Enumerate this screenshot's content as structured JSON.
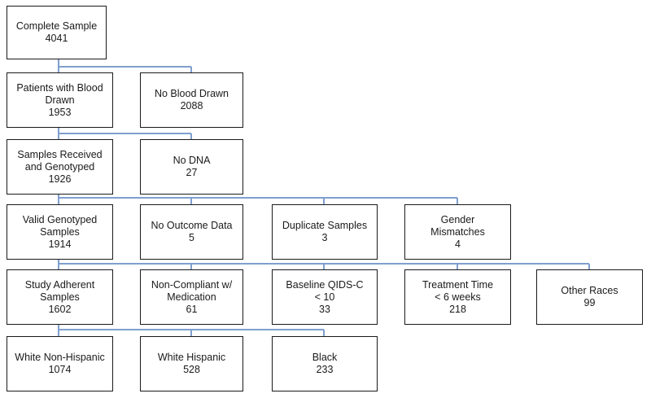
{
  "colors": {
    "connector": "#7f9fcf",
    "box_border": "#1a1a1a",
    "text": "#1a1a1a"
  },
  "boxes": [
    {
      "id": "complete",
      "lines": [
        "Complete Sample",
        "4041"
      ]
    },
    {
      "id": "blood_drawn",
      "lines": [
        "Patients with Blood",
        "Drawn",
        "1953"
      ]
    },
    {
      "id": "no_blood",
      "lines": [
        "No Blood Drawn",
        "2088"
      ]
    },
    {
      "id": "received",
      "lines": [
        "Samples Received",
        "and Genotyped",
        "1926"
      ]
    },
    {
      "id": "no_dna",
      "lines": [
        "No DNA",
        "27"
      ]
    },
    {
      "id": "valid",
      "lines": [
        "Valid Genotyped",
        "Samples",
        "1914"
      ]
    },
    {
      "id": "no_outcome",
      "lines": [
        "No Outcome Data",
        "5"
      ]
    },
    {
      "id": "duplicate",
      "lines": [
        "Duplicate Samples",
        "3"
      ]
    },
    {
      "id": "gender",
      "lines": [
        "Gender",
        "Mismatches",
        "4"
      ]
    },
    {
      "id": "adherent",
      "lines": [
        "Study Adherent",
        "Samples",
        "1602"
      ]
    },
    {
      "id": "noncompliant",
      "lines": [
        "Non-Compliant w/",
        "Medication",
        "61"
      ]
    },
    {
      "id": "qids",
      "lines": [
        "Baseline QIDS-C",
        "< 10",
        "33"
      ]
    },
    {
      "id": "treatment",
      "lines": [
        "Treatment Time",
        "< 6 weeks",
        "218"
      ]
    },
    {
      "id": "other_races",
      "lines": [
        "Other Races",
        "99"
      ]
    },
    {
      "id": "white_nh",
      "lines": [
        "White Non-Hispanic",
        "1074"
      ]
    },
    {
      "id": "white_h",
      "lines": [
        "White Hispanic",
        "528"
      ]
    },
    {
      "id": "black",
      "lines": [
        "Black",
        "233"
      ]
    }
  ]
}
